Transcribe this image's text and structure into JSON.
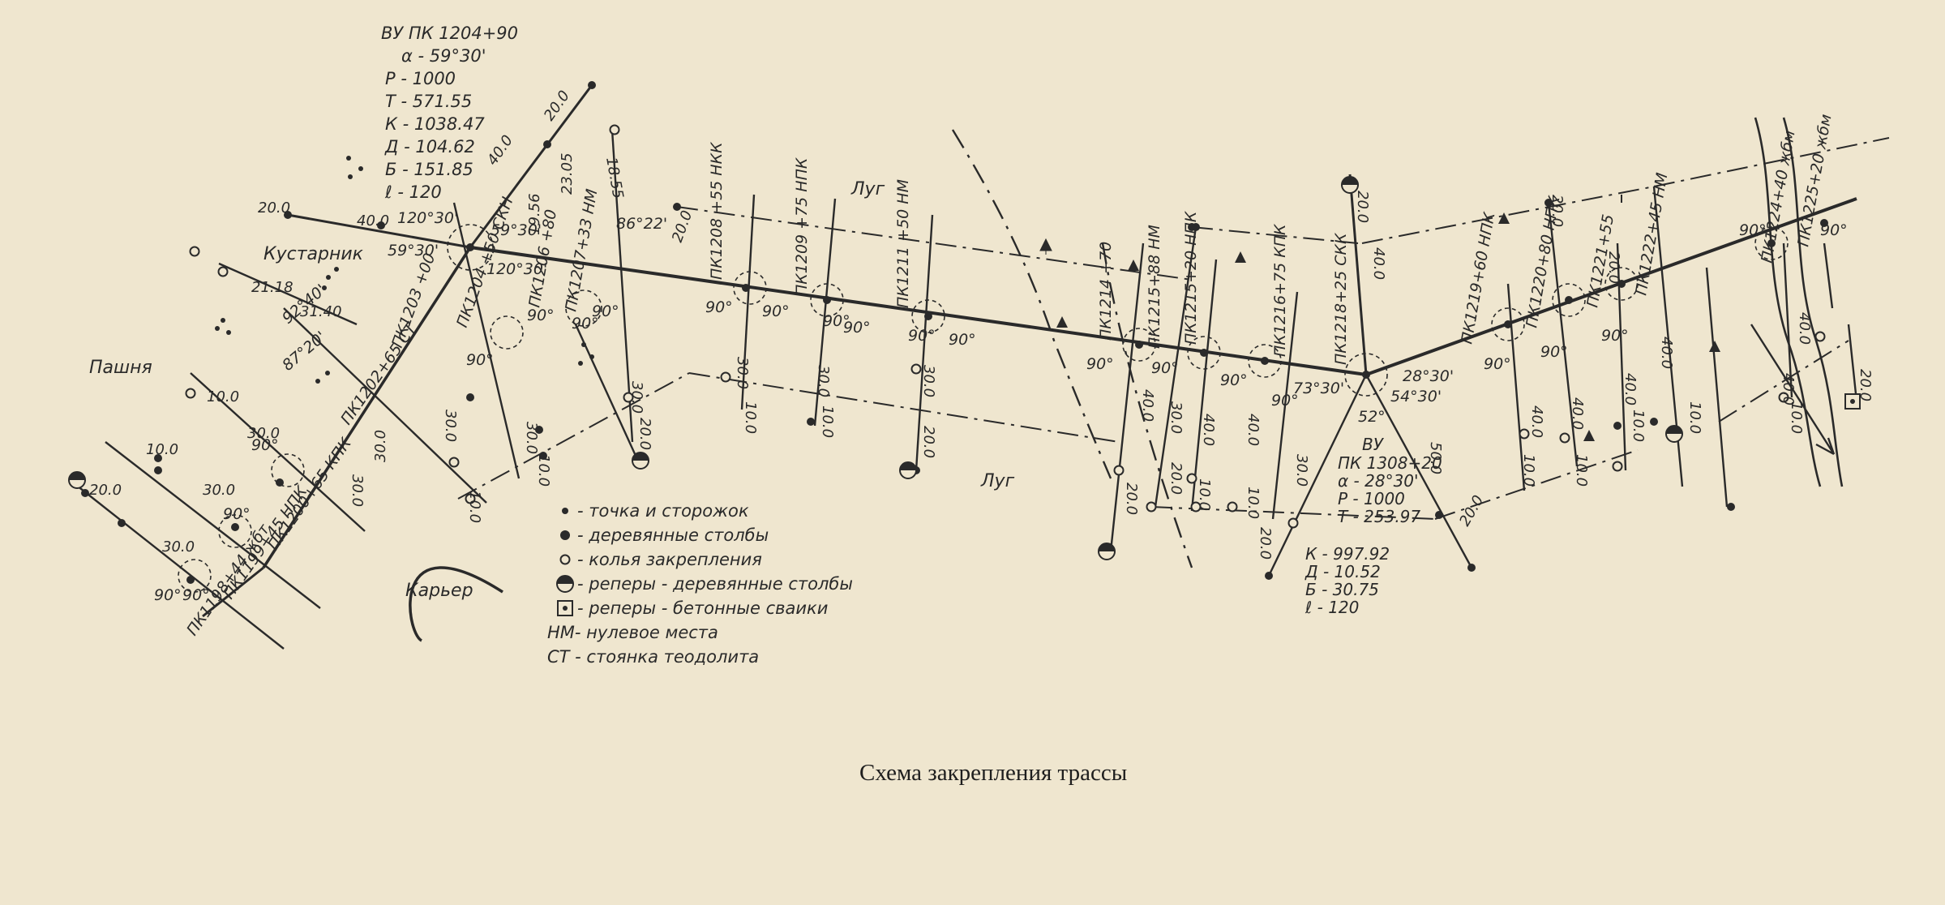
{
  "caption": "Схема закрепления трассы",
  "vertex1": [
    "ВУ ПК 1204+90",
    "α - 59°30'",
    "Р - 1000",
    "Т - 571.55",
    "К - 1038.47",
    "Д - 104.62",
    "Б - 151.85",
    "ℓ - 120"
  ],
  "vertex2": [
    "ВУ",
    "ПК 1308+20",
    "α - 28°30'",
    "Р - 1000",
    "Т - 253.97",
    "К - 997.92",
    "Д - 10.52",
    "Б - 30.75",
    "ℓ - 120"
  ],
  "terrain": {
    "meadow_top": "Луг",
    "meadow_bottom": "Луг",
    "shrub": "Кустарник",
    "field": "Пашня",
    "quarry": "Карьер"
  },
  "legend": [
    "- точка и сторожок",
    "- деревянные столбы",
    "- колья закрепления",
    "- реперы - деревянные столбы",
    "- реперы - бетонные сваики",
    "НМ- нулевое места",
    "СТ - стоянка теодолита"
  ],
  "pickets": [
    "ПК1198+44 жбт",
    "ПК1199+45 НПК",
    "ПК1200+65 КПК",
    "ПК1202+65 СТ",
    "ПК1203 +00",
    "ПК1204 +50 СКН",
    "ПК1206 +80",
    "ПК1207+33 НМ",
    "ПК1208 +55 НКК",
    "ПК1209 +75 НПК",
    "ПК1211 +50 НМ",
    "ПК1214 +70",
    "ПК1215+88 НМ",
    "ПК1215+20 НПК",
    "ПК1216+75 КПК",
    "ПК1218+25 СКК",
    "ПК1219+60 НПК",
    "ПК1220+80 НПК",
    "ПК1221+55",
    "ПК1222+45 НМ",
    "ПК1224+40 жбм",
    "ПК1225+20 жбм"
  ],
  "angles": [
    "120°30'",
    "59°30'",
    "59°30'",
    "120°30'",
    "86°22'",
    "92°40'",
    "87°20'",
    "73°30'",
    "28°30'",
    "54°30'",
    "52°",
    "90°"
  ],
  "distances": [
    "20.0",
    "40.0",
    "30.0",
    "10.0",
    "50.0",
    "31.40",
    "21.18",
    "18.55",
    "23.05",
    "19.56",
    "20.0"
  ],
  "colors": {
    "paper": "#efe6cf",
    "ink": "#2a2a2a"
  }
}
